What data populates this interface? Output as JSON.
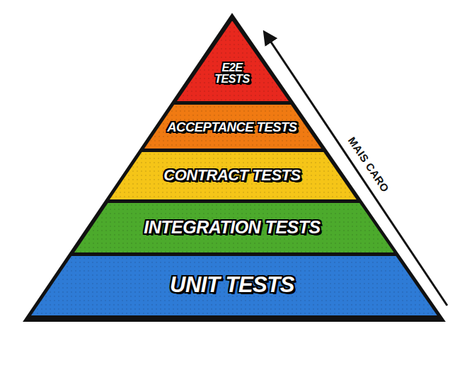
{
  "diagram": {
    "nodes": [
      {
        "text": [
          "E2E TESTS"
        ]
      },
      {
        "text": [
          "ACCEPTANCE TESTS"
        ]
      },
      {
        "text": [
          "CONTRACT TESTS"
        ]
      },
      {
        "text": [
          "INTEGRATION TESTS"
        ]
      },
      {
        "text": [
          "UNIT TESTS"
        ]
      }
    ],
    "labels": [
      "MAIS CARO"
    ]
  }
}
